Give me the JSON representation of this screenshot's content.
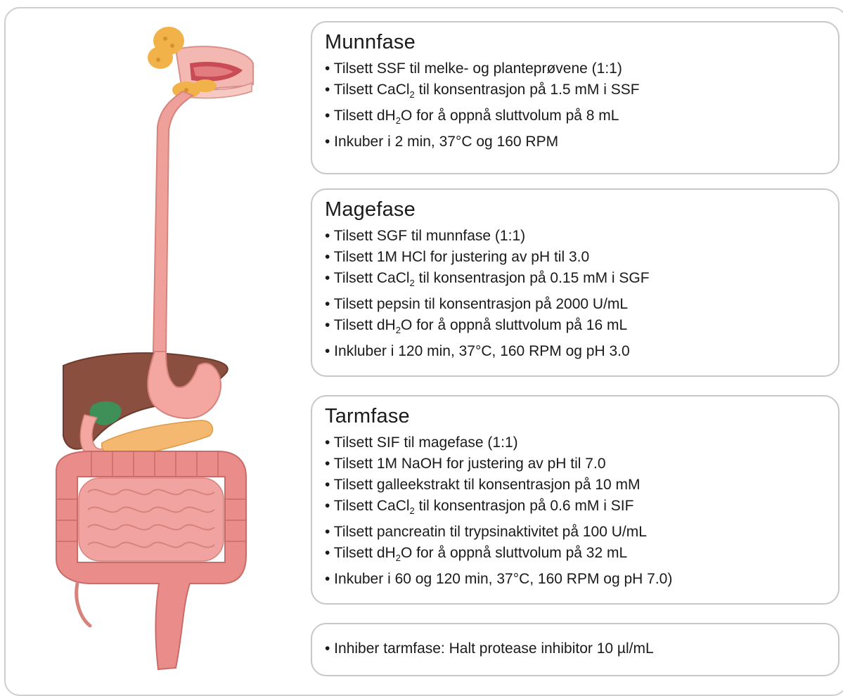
{
  "phases": [
    {
      "title": "Munnfase",
      "steps": [
        "• Tilsett SSF til melke- og planteprøvene (1:1)",
        "• Tilsett CaCl<sub>2</sub> til konsentrasjon på 1.5 mM i SSF",
        "• Tilsett dH<sub>2</sub>O for å oppnå sluttvolum på 8 mL",
        "• Inkuber i 2 min, 37°C og 160 RPM"
      ]
    },
    {
      "title": "Magefase",
      "steps": [
        "• Tilsett SGF til munnfase (1:1)",
        "• Tilsett 1M HCl for justering av pH til 3.0",
        "• Tilsett CaCl<sub>2</sub> til konsentrasjon på 0.15 mM i SGF",
        "• Tilsett pepsin til konsentrasjon på 2000 U/mL",
        "• Tilsett dH<sub>2</sub>O for å oppnå sluttvolum på 16 mL",
        "• Inkluber i 120 min, 37°C, 160 RPM og pH 3.0"
      ]
    },
    {
      "title": "Tarmfase",
      "steps": [
        "• Tilsett SIF til magefase (1:1)",
        "• Tilsett 1M NaOH for justering av pH til 7.0",
        "• Tilsett galleekstrakt til konsentrasjon på 10 mM",
        "• Tilsett CaCl<sub>2</sub> til konsentrasjon på 0.6 mM i SIF",
        "• Tilsett pancreatin til trypsinaktivitet på 100 U/mL",
        "• Tilsett dH<sub>2</sub>O for å oppnå sluttvolum på 32 mL",
        "• Inkuber i 60 og 120 min, 37°C, 160 RPM og pH 7.0)"
      ]
    }
  ],
  "inhibition": {
    "steps": [
      "• Inhiber tarmfase: Halt protease inhibitor 10 µl/mL"
    ]
  },
  "illustration": {
    "name": "digestive-system-illustration",
    "colors": {
      "salivary_gland": "#f2b24a",
      "esophagus": "#f0a09a",
      "liver": "#8a4f3f",
      "gallbladder": "#3f8f58",
      "stomach": "#f4a6a0",
      "pancreas": "#f5b870",
      "small_intestine": "#f0a3a0",
      "large_intestine": "#e98c8a"
    }
  }
}
